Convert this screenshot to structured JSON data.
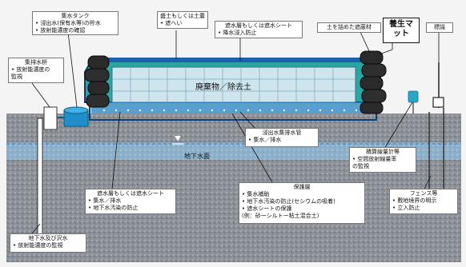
{
  "labels": {
    "sump_tank": {
      "title": "集水タンク",
      "lines": [
        "• 浸出水(保有水等)の貯水",
        "• 放射能濃度の確認"
      ]
    },
    "catch_pit": {
      "title": "集排水枡",
      "lines": [
        "• 放射能濃度の",
        "監視"
      ]
    },
    "cover_soil": {
      "title": "盛土もしくは土嚢",
      "lines": [
        "• 遮へい"
      ]
    },
    "top_sheet": {
      "title": "遮水層もしくは遮水シート",
      "lines": [
        "• 降水浸入防止"
      ]
    },
    "soil_bags": {
      "title": "土を詰めた遮蔽材"
    },
    "curing_mat": {
      "title": "養生マット"
    },
    "sign": {
      "title": "標識"
    },
    "waste": {
      "title": "廃棄物／除去土"
    },
    "drain_pipe": {
      "title": "浸出水集排水管",
      "lines": [
        "• 集水／排水"
      ]
    },
    "groundwater_level": {
      "title": "地下水面"
    },
    "dosimeter": {
      "title": "積算線量計等",
      "lines": [
        "• 空間放射線量率",
        "の監視"
      ]
    },
    "bottom_sheet": {
      "title": "遮水層もしくは遮水シート",
      "lines": [
        "• 集水／排水",
        "• 地下水汚染の防止"
      ]
    },
    "protective_layer": {
      "title": "保護層",
      "lines": [
        "• 集水補助",
        "• 地下水汚染の防止(セシウムの吸着)",
        "• 遮水シートの保護",
        "(例：砂ーシルトー粘土混合土)"
      ]
    },
    "fence": {
      "title": "フェンス等",
      "lines": [
        "• 敷地境界の明示",
        "• 立入防止"
      ]
    },
    "well": {
      "title": "地下水及び沢水",
      "lines": [
        "• 放射能濃度の監視"
      ]
    }
  },
  "colors": {
    "ground": "#8a8f96",
    "groundwater": "#7fb2d6",
    "waste_fill": "#cfe5ee",
    "cover_green": "#2aa6a0",
    "sheet_blue": "#1f5fb0",
    "tank": "#1f8fc9",
    "bags": "#2a2a2a"
  }
}
